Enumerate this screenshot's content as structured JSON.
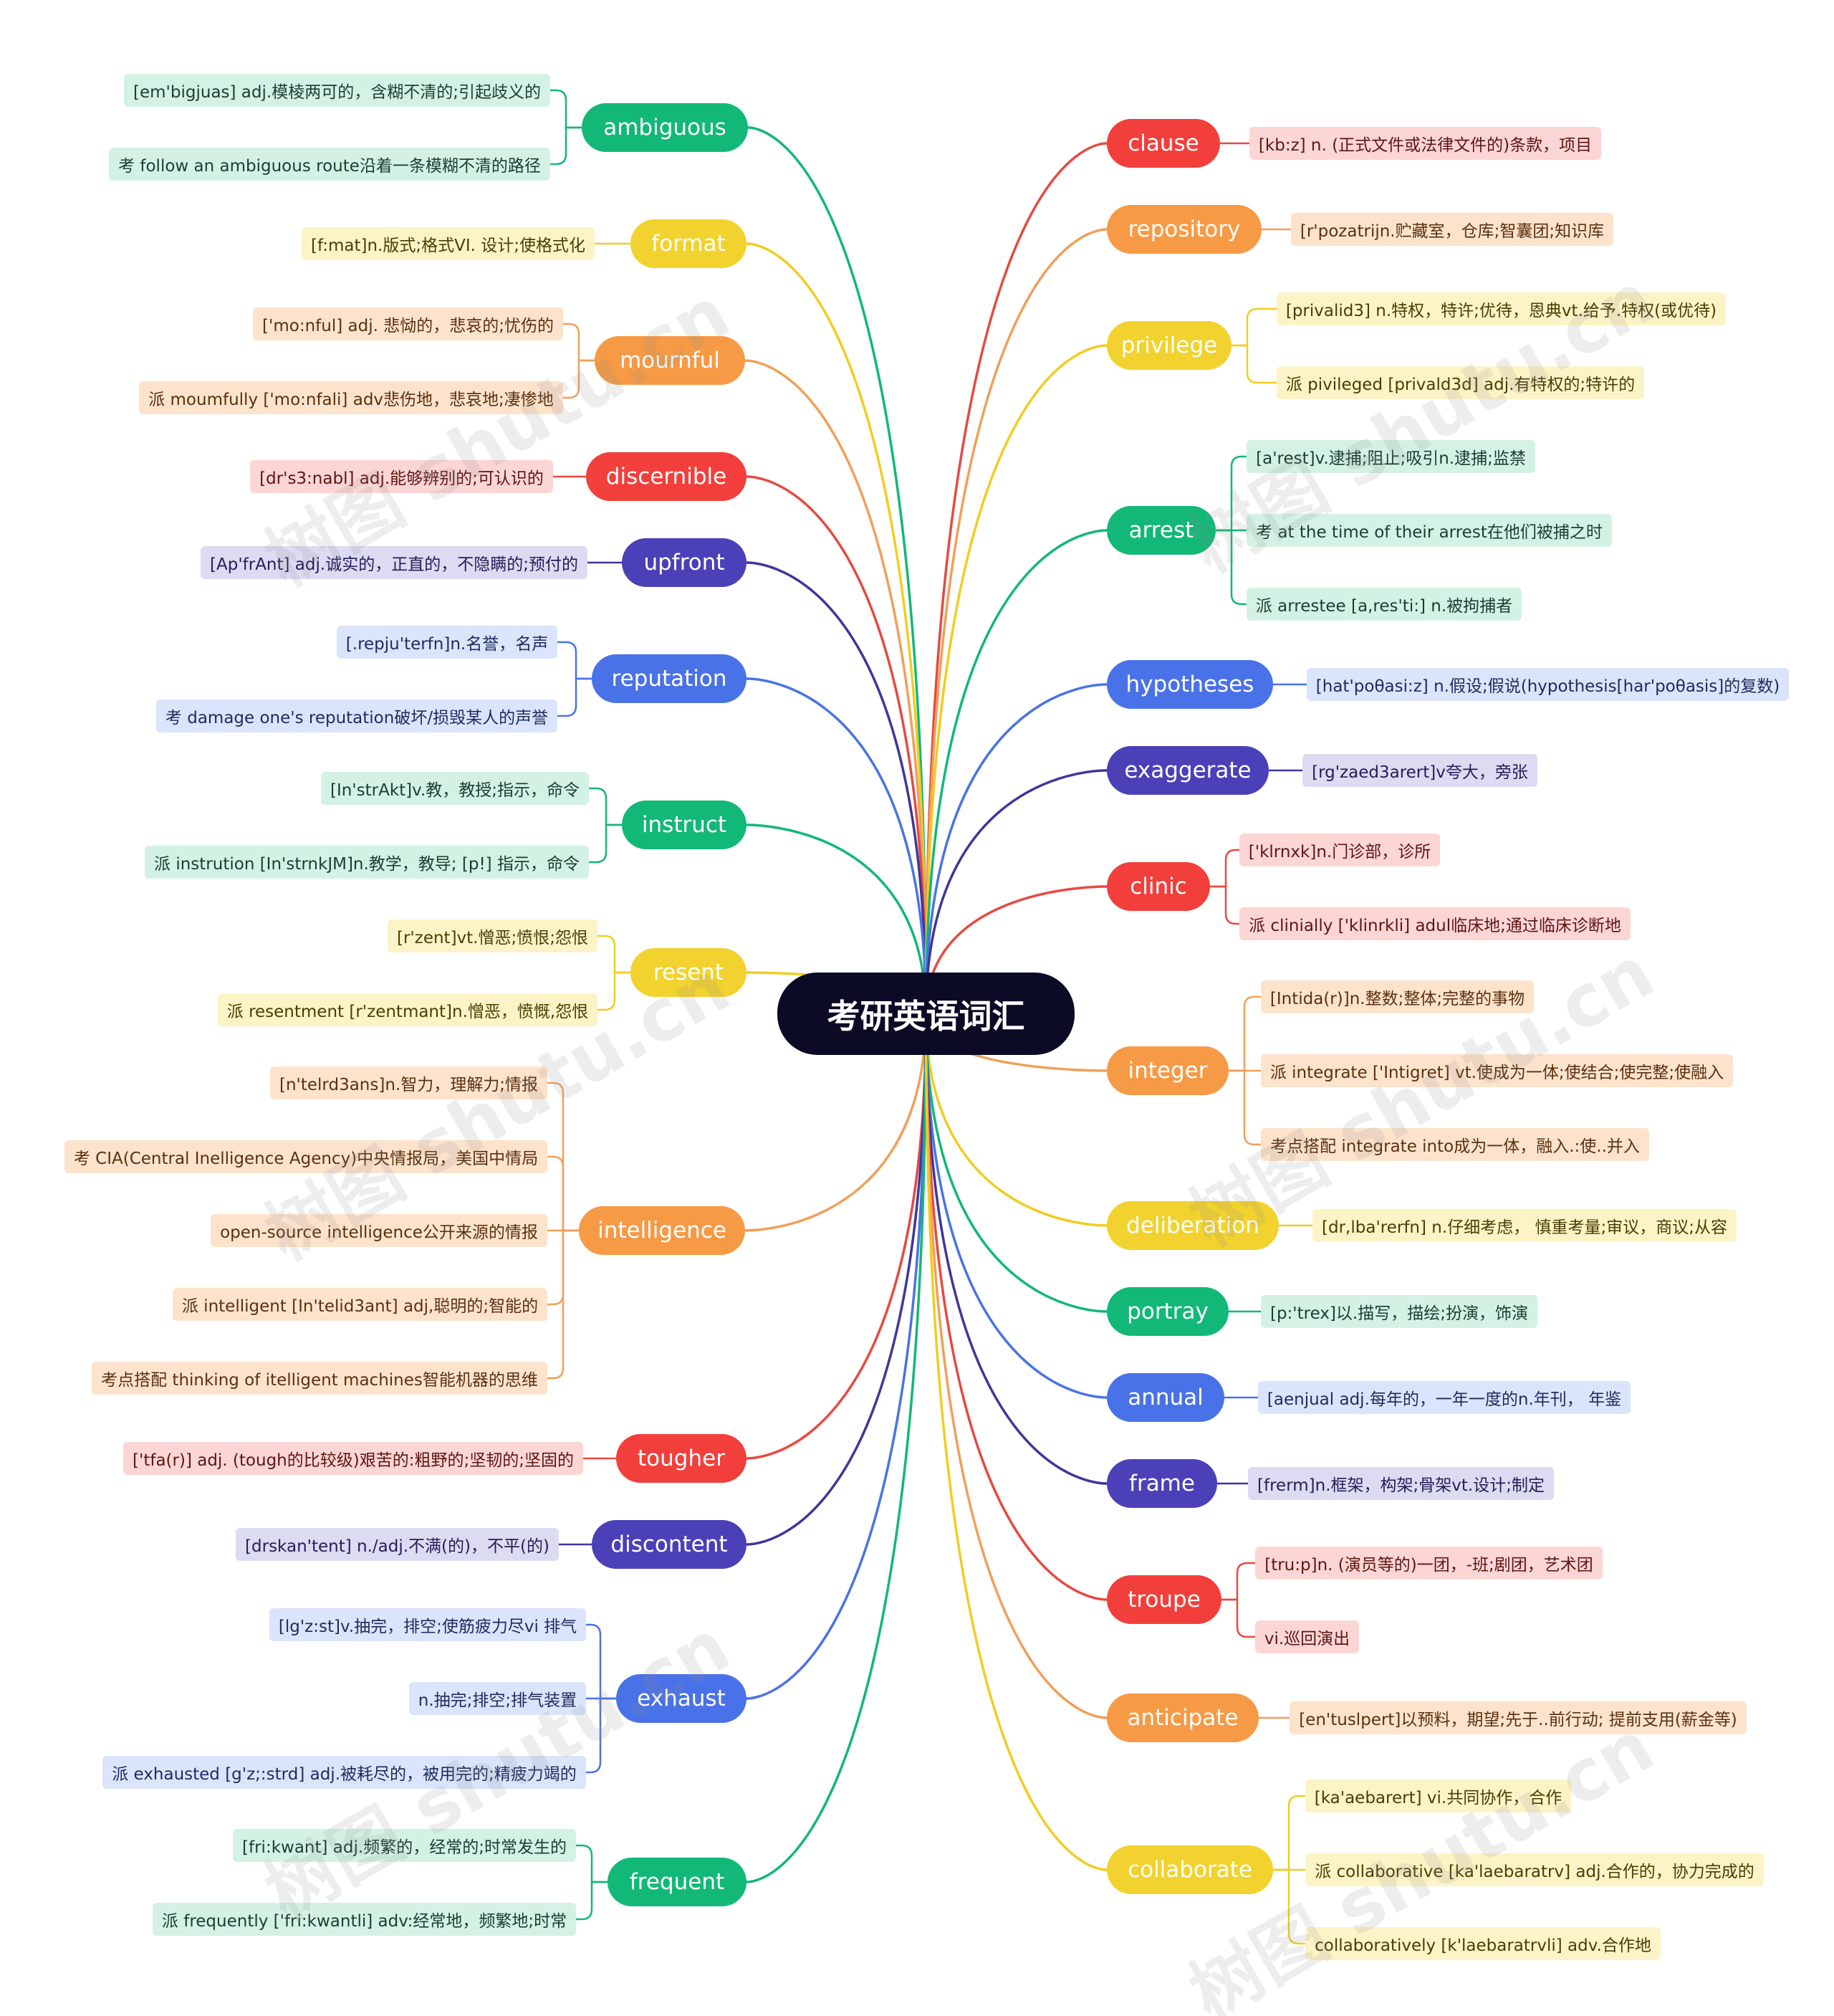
{
  "title": "考研英语词汇",
  "watermark": "树图 shutu.cn",
  "palette": {
    "green": {
      "fill": "#12b877",
      "light": "#d3f2e4",
      "line": "#12b877",
      "text": "#1e3d30"
    },
    "yellow": {
      "fill": "#f2d22e",
      "light": "#fcf4c6",
      "line": "#f0cd22",
      "text": "#4a3d05"
    },
    "orange": {
      "fill": "#f69a45",
      "light": "#fde3cc",
      "line": "#f0a05a",
      "text": "#5a3110"
    },
    "red": {
      "fill": "#f23f3b",
      "light": "#fcd6d4",
      "line": "#e54a42",
      "text": "#5c1614"
    },
    "navy": {
      "fill": "#4b40b8",
      "light": "#dddbf2",
      "line": "#3f3799",
      "text": "#232057"
    },
    "blue": {
      "fill": "#4a72e8",
      "light": "#dae4fb",
      "line": "#4a72e8",
      "text": "#1d2c5c"
    }
  },
  "branches": [
    {
      "word": "ambiguous",
      "side": "left",
      "color": "green",
      "notes": [
        "[em'bigjuas] adj.模棱两可的，含糊不清的;引起歧义的",
        "考 follow an ambiguous route沿着一条模糊不清的路径"
      ]
    },
    {
      "word": "format",
      "side": "left",
      "color": "yellow",
      "notes": [
        "[f:mat]n.版式;格式VI. 设计;使格式化"
      ]
    },
    {
      "word": "mournful",
      "side": "left",
      "color": "orange",
      "notes": [
        "['mo:nful] adj. 悲恸的，悲哀的;忧伤的",
        "派 moumfully ['mo:nfali] adv悲伤地，悲哀地;凄惨地"
      ]
    },
    {
      "word": "discernible",
      "side": "left",
      "color": "red",
      "notes": [
        "[dr's3:nabl] adj.能够辨别的;可认识的"
      ]
    },
    {
      "word": "upfront",
      "side": "left",
      "color": "navy",
      "notes": [
        "[Ap'frAnt] adj.诚实的，正直的，不隐瞒的;预付的"
      ]
    },
    {
      "word": "reputation",
      "side": "left",
      "color": "blue",
      "notes": [
        "[.repju'terfn]n.名誉，名声",
        "考 damage one's reputation破坏/损毁某人的声誉"
      ]
    },
    {
      "word": "instruct",
      "side": "left",
      "color": "green",
      "notes": [
        "[In'strAkt]v.教，教授;指示，命令",
        "派 instrution [In'strnkJM]n.教学，教导; [p!] 指示，命令"
      ]
    },
    {
      "word": "resent",
      "side": "left",
      "color": "yellow",
      "notes": [
        "[r'zent]vt.憎恶;愤恨;怨恨",
        "派 resentment [r'zentmant]n.憎恶，愤慨,怨恨"
      ]
    },
    {
      "word": "intelligence",
      "side": "left",
      "color": "orange",
      "notes": [
        "[n'telrd3ans]n.智力，理解力;情报",
        "考 CIA(Central Inelligence Agency)中央情报局，美国中情局",
        "open-source intelligence公开来源的情报",
        "派 intelligent [In'telid3ant] adj,聪明的;智能的",
        "考点搭配 thinking of itelligent machines智能机器的思维"
      ]
    },
    {
      "word": "tougher",
      "side": "left",
      "color": "red",
      "notes": [
        "['tfa(r)] adj. (tough的比较级)艰苦的:粗野的;坚韧的;坚固的"
      ]
    },
    {
      "word": "discontent",
      "side": "left",
      "color": "navy",
      "notes": [
        "[drskan'tent] n./adj.不满(的)，不平(的)"
      ]
    },
    {
      "word": "exhaust",
      "side": "left",
      "color": "blue",
      "notes": [
        "[lg'z:st]v.抽完，排空;使筋疲力尽vi 排气",
        "n.抽完;排空;排气装置",
        "派 exhausted [g'z;:strd] adj.被耗尽的，被用完的;精疲力竭的"
      ]
    },
    {
      "word": "frequent",
      "side": "left",
      "color": "green",
      "notes": [
        "[fri:kwant] adj.频繁的，经常的;时常发生的",
        "派 frequently ['fri:kwantli] adv:经常地，频繁地;时常"
      ]
    },
    {
      "word": "clause",
      "side": "right",
      "color": "red",
      "notes": [
        "[kb:z] n. (正式文件或法律文件的)条款，项目"
      ]
    },
    {
      "word": "repository",
      "side": "right",
      "color": "orange",
      "notes": [
        "[r'pozatrijn.贮藏室，仓库;智囊团;知识库"
      ]
    },
    {
      "word": "privilege",
      "side": "right",
      "color": "yellow",
      "notes": [
        "[privalid3] n.特权，特许;优待，恩典vt.给予.特权(或优待)",
        "派 pivileged [privald3d] adj.有特权的;特许的"
      ]
    },
    {
      "word": "arrest",
      "side": "right",
      "color": "green",
      "notes": [
        "[a'rest]v.逮捕;阻止;吸引n.逮捕;监禁",
        "考 at the time of their arrest在他们被捕之时",
        "派 arrestee [a,res'ti:] n.被拘捕者"
      ]
    },
    {
      "word": "hypotheses",
      "side": "right",
      "color": "blue",
      "notes": [
        "[hat'poθasi:z] n.假设;假说(hypothesis[har'poθasis]的复数)"
      ]
    },
    {
      "word": "exaggerate",
      "side": "right",
      "color": "navy",
      "notes": [
        "[rg'zaed3arert]v夸大，旁张"
      ]
    },
    {
      "word": "clinic",
      "side": "right",
      "color": "red",
      "notes": [
        "['klrnxk]n.门诊部，诊所",
        "派 clinially ['klinrkli] adul临床地;通过临床诊断地"
      ]
    },
    {
      "word": "integer",
      "side": "right",
      "color": "orange",
      "notes": [
        "[Intida(r)]n.整数;整体;完整的事物",
        "派 integrate ['Intigret] vt.使成为一体;使结合;使完整;使融入",
        "考点搭配 integrate into成为一体，融入.:使..并入"
      ]
    },
    {
      "word": "deliberation",
      "side": "right",
      "color": "yellow",
      "notes": [
        "[dr,lba'rerfn] n.仔细考虑， 慎重考量;审议，商议;从容"
      ]
    },
    {
      "word": "portray",
      "side": "right",
      "color": "green",
      "notes": [
        "[p:'trex]以.描写，描绘;扮演，饰演"
      ]
    },
    {
      "word": "annual",
      "side": "right",
      "color": "blue",
      "notes": [
        "[aenjual adj.每年的，一年一度的n.年刊， 年鉴"
      ]
    },
    {
      "word": "frame",
      "side": "right",
      "color": "navy",
      "notes": [
        "[frerm]n.框架，构架;骨架vt.设计;制定"
      ]
    },
    {
      "word": "troupe",
      "side": "right",
      "color": "red",
      "notes": [
        "[tru:p]n. (演员等的)一团，-班;剧团，艺术团",
        "vi.巡回演出"
      ]
    },
    {
      "word": "anticipate",
      "side": "right",
      "color": "orange",
      "notes": [
        "[en'tuslpert]以预料，期望;先于..前行动; 提前支用(薪金等)"
      ]
    },
    {
      "word": "collaborate",
      "side": "right",
      "color": "yellow",
      "notes": [
        "[ka'aebarert] vi.共同协作，合作",
        "派 collaborative [ka'laebaratrv] adj.合作的，协力完成的",
        "collaboratively [k'laebaratrvli] adv.合作地"
      ]
    }
  ]
}
